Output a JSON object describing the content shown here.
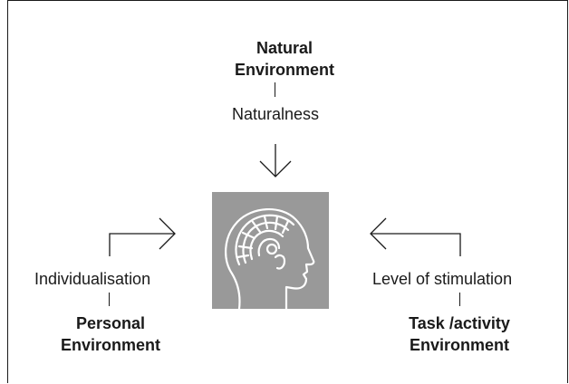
{
  "top": {
    "heading_line1": "Natural",
    "heading_line2": "Environment",
    "label": "Naturalness"
  },
  "left": {
    "label": "Individualisation",
    "heading_line1": "Personal",
    "heading_line2": "Environment"
  },
  "right": {
    "label": "Level of stimulation",
    "heading_line1": "Task /activity",
    "heading_line2": "Environment"
  },
  "center": {
    "icon": "human-head-brain-icon",
    "background_color": "#999999"
  }
}
